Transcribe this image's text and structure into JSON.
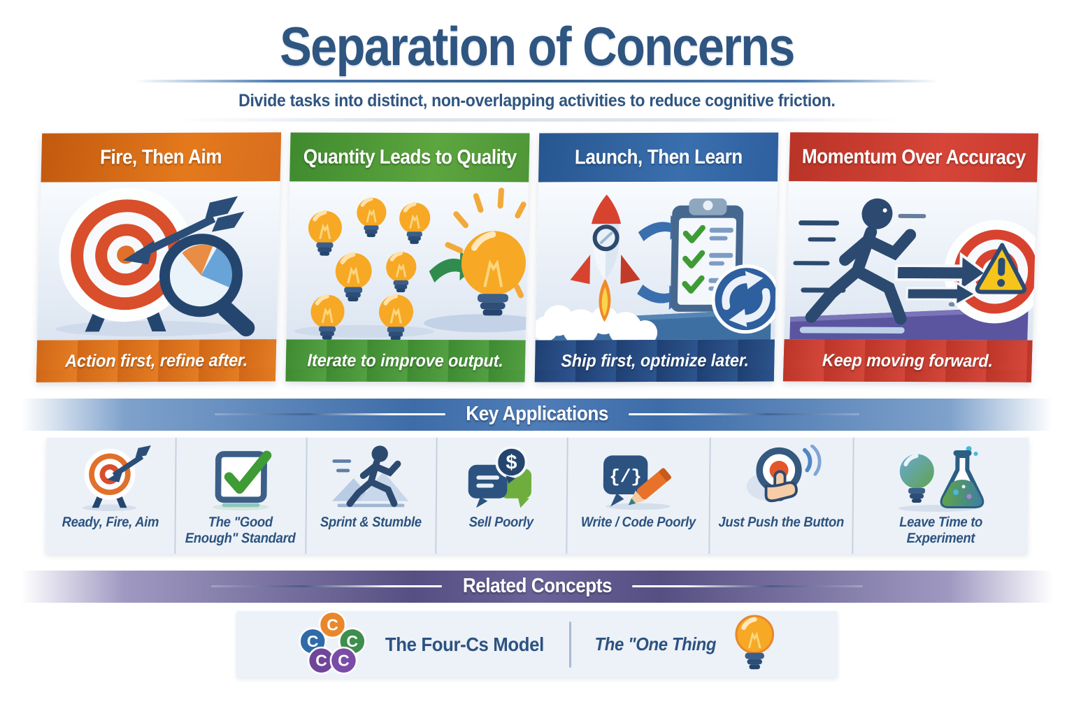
{
  "header": {
    "title": "Separation of Concerns",
    "subtitle": "Divide tasks into distinct, non-overlapping activities to reduce cognitive friction."
  },
  "panels": [
    {
      "title": "Fire, Then Aim",
      "caption": "Action first, refine after.",
      "color": "#D96E1E",
      "icon": "target-arrow-magnifier-icon"
    },
    {
      "title": "Quantity Leads to Quality",
      "caption": "Iterate to improve output.",
      "color": "#4E9637",
      "icon": "lightbulbs-ideas-icon"
    },
    {
      "title": "Launch, Then Learn",
      "caption": "Ship first, optimize later.",
      "color": "#2E5F9E",
      "icon": "rocket-clipboard-cycle-icon"
    },
    {
      "title": "Momentum Over Accuracy",
      "caption": "Keep moving forward.",
      "color": "#C93B2E",
      "icon": "runner-target-warning-icon"
    }
  ],
  "key_applications": {
    "heading": "Key Applications",
    "items": [
      {
        "label": "Ready, Fire, Aim",
        "icon": "target-arrow-icon"
      },
      {
        "label": "The \"Good Enough\" Standard",
        "icon": "checkbox-icon"
      },
      {
        "label": "Sprint & Stumble",
        "icon": "runner-icon"
      },
      {
        "label": "Sell Poorly",
        "icon": "chat-dollar-icon"
      },
      {
        "label": "Write / Code Poorly",
        "icon": "code-pencil-icon"
      },
      {
        "label": "Just Push the Button",
        "icon": "push-button-icon"
      },
      {
        "label": "Leave Time to Experiment",
        "icon": "bulb-flask-icon"
      }
    ]
  },
  "related_concepts": {
    "heading": "Related Concepts",
    "items": [
      {
        "label": "The Four-Cs Model",
        "icon": "four-cs-icon"
      },
      {
        "label": "The \"One Thing",
        "icon": "lightbulb-icon"
      }
    ]
  },
  "colors": {
    "title_blue": "#2F5581",
    "panel_orange": "#D96E1E",
    "panel_green": "#4E9637",
    "panel_blue": "#2E5F9E",
    "panel_red": "#C93B2E",
    "band_blue": "#3D6CA8",
    "band_purple": "#564F82",
    "label_navy": "#2C5380",
    "row_background": "#ECF1F7"
  }
}
